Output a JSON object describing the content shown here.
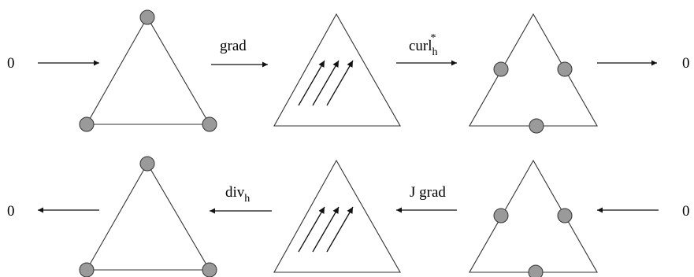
{
  "top_row": {
    "start_label": "0",
    "end_label": "0",
    "op1": {
      "main": "grad"
    },
    "op2": {
      "main": "curl",
      "sub": "h",
      "sup": "*"
    }
  },
  "bottom_row": {
    "start_label": "0",
    "end_label": "0",
    "op1": {
      "main": "div",
      "sub": "h"
    },
    "op2": {
      "main": "J grad"
    }
  },
  "colors": {
    "dof_fill": "#9a9a9a",
    "stroke": "#333333"
  }
}
